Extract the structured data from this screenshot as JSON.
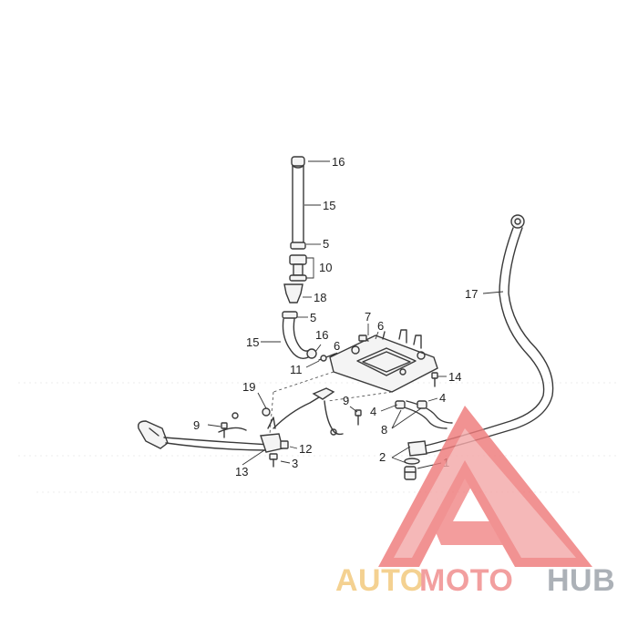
{
  "diagram": {
    "callouts": [
      "16",
      "15",
      "5",
      "10",
      "18",
      "5",
      "15",
      "7",
      "6",
      "16",
      "6",
      "11",
      "14",
      "19",
      "9",
      "4",
      "4",
      "8",
      "9",
      "12",
      "13",
      "3",
      "2",
      "1",
      "17"
    ]
  },
  "logo": {
    "brand_auto": "AUTO",
    "brand_moto": "MOTO",
    "brand_hub": "HUB",
    "colors": {
      "auto": "#f2c879",
      "moto": "#f08a8a",
      "hub": "#9aa0a8",
      "triangle": "#ee7b7b"
    }
  }
}
